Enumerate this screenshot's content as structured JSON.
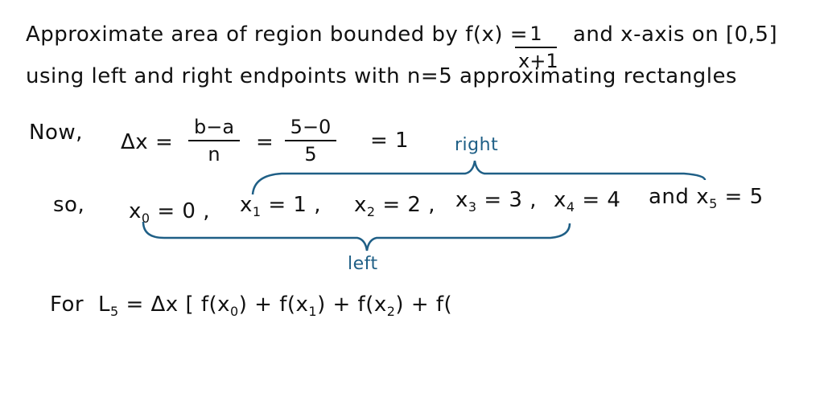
{
  "line1": {
    "text": "Approximate area of region bounded by f(x) =",
    "frac_num": "1",
    "frac_den": "x+1",
    "text_after": "and x-axis on [0,5]"
  },
  "line2": {
    "text": "using left and right endpoints with n=5 approximating rectangles"
  },
  "delta": {
    "lead": "Now,",
    "lhs": "Δx =",
    "frac1_num": "b−a",
    "frac1_den": "n",
    "eq": "=",
    "frac2_num": "5−0",
    "frac2_den": "5",
    "result": "= 1"
  },
  "points": {
    "lead": "so,",
    "x0": "x",
    "x0_sub": "0",
    "x0_val": "= 0 ,",
    "x1": "x",
    "x1_sub": "1",
    "x1_val": "= 1 ,",
    "x2": "x",
    "x2_sub": "2",
    "x2_val": "= 2 ,",
    "x3": "x",
    "x3_sub": "3",
    "x3_val": "= 3 ,",
    "x4": "x",
    "x4_sub": "4",
    "x4_val": "= 4",
    "and": "and",
    "x5": "x",
    "x5_sub": "5",
    "x5_val": "= 5"
  },
  "labels": {
    "right": "right",
    "left": "left"
  },
  "sum_line": {
    "lead": "For",
    "L": "L",
    "L_sub": "5",
    "body": "= Δx [ f(x",
    "s0": "0",
    "p0": ") + f(x",
    "s1": "1",
    "p1": ") + f(x",
    "s2": "2",
    "p2": ") + f("
  },
  "colors": {
    "ink": "#111111",
    "annotation": "#1f5f86"
  }
}
